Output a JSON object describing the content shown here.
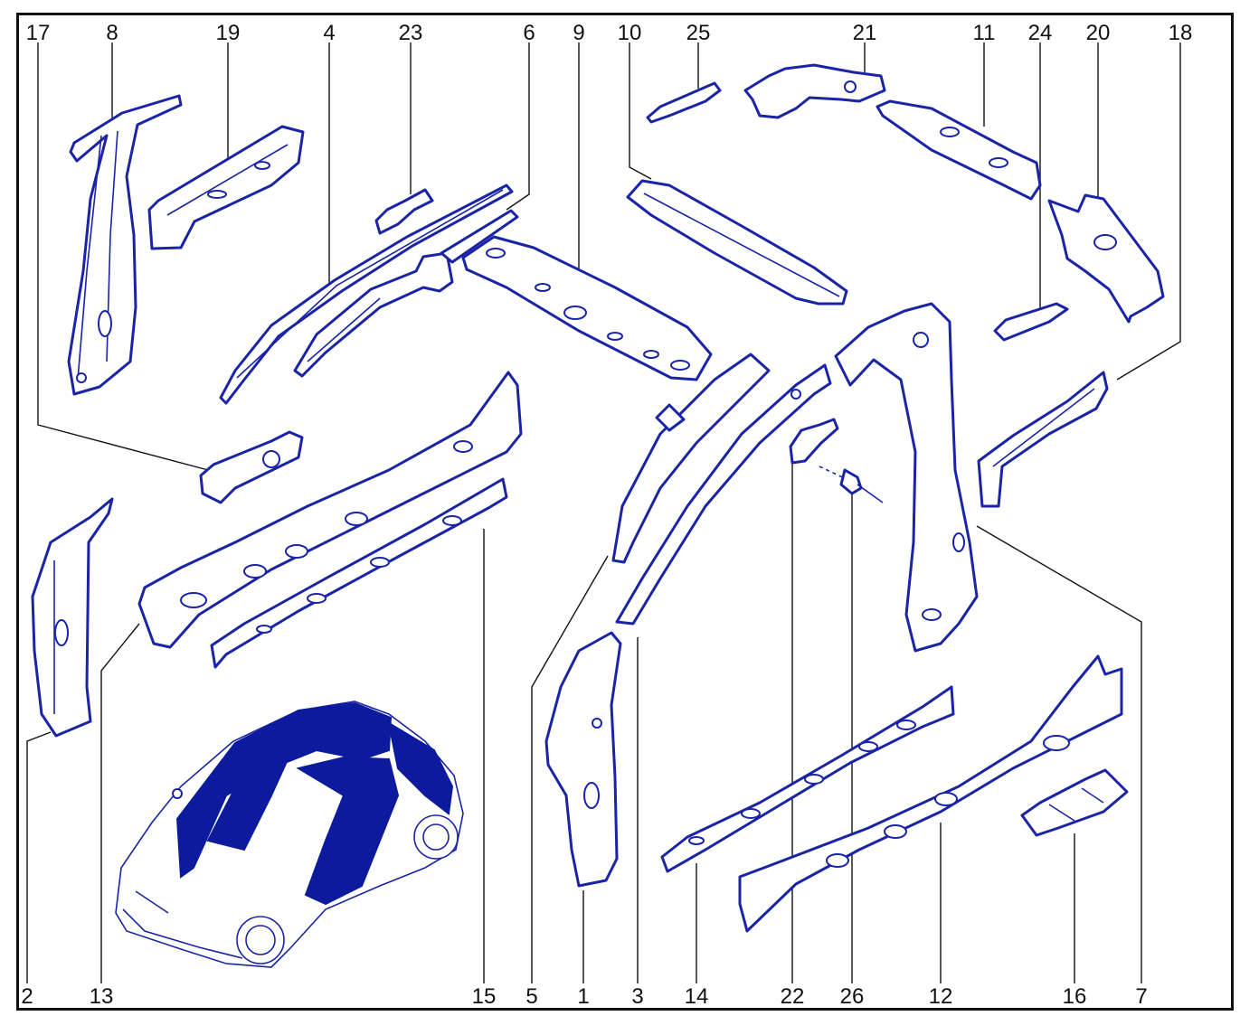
{
  "diagram": {
    "labels_top": [
      "17",
      "8",
      "19",
      "4",
      "23",
      "6",
      "9",
      "10",
      "25",
      "21",
      "11",
      "24",
      "20",
      "18"
    ],
    "labels_bottom": [
      "2",
      "13",
      "15",
      "5",
      "1",
      "3",
      "14",
      "22",
      "26",
      "12",
      "16",
      "7"
    ],
    "colors": {
      "line": "#1a24a6",
      "highlight": "#0c1a9e",
      "frame": "#111111"
    }
  }
}
